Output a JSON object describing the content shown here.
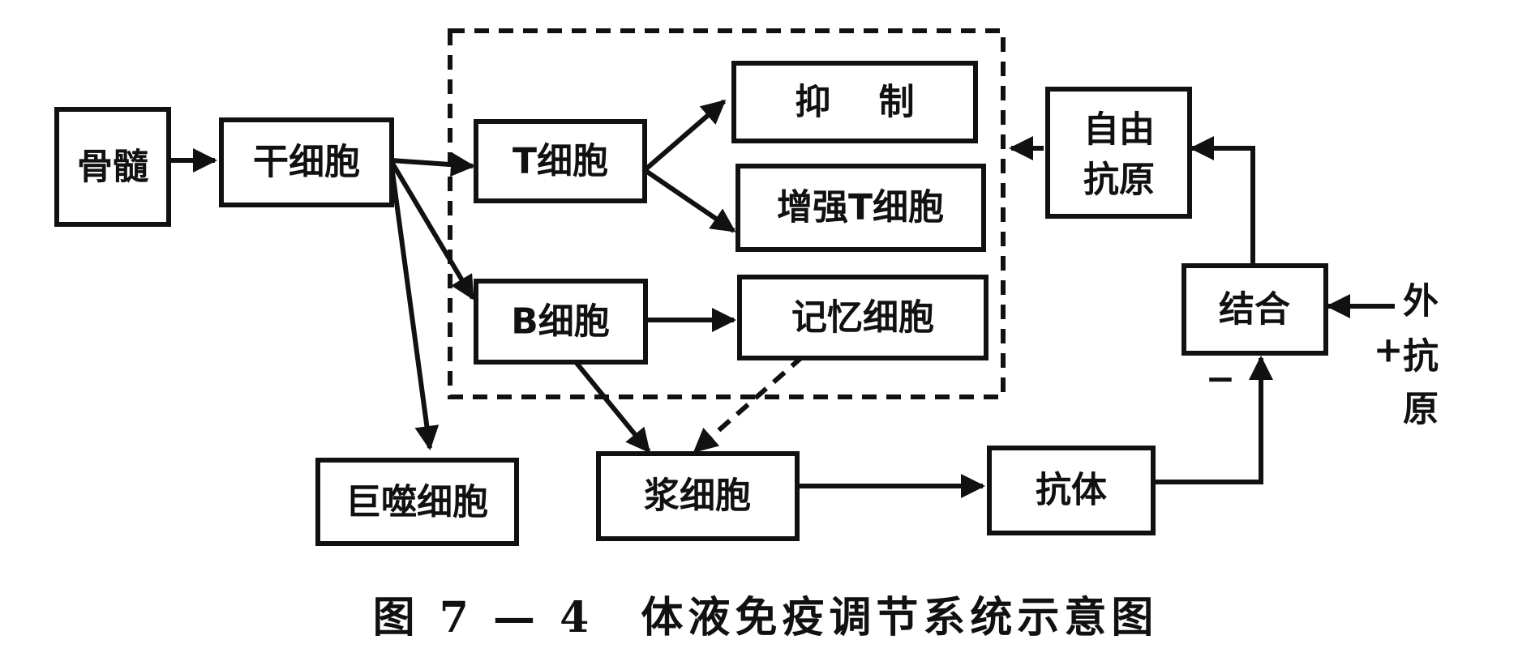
{
  "nodes": {
    "bone_marrow": "骨髓",
    "stem_cell": "干细胞",
    "t_cell": "T细胞",
    "b_cell": "B细胞",
    "suppressor": "抑　 制",
    "helper_t": "增强T细胞",
    "memory_cell": "记忆细胞",
    "macrophage": "巨噬细胞",
    "plasma_cell": "浆细胞",
    "antibody": "抗体",
    "free_antigen_line1": "自由",
    "free_antigen_line2": "抗原",
    "binding": "结合"
  },
  "external_antigen": {
    "line1": "外",
    "line2": "抗",
    "line3": "原"
  },
  "signs": {
    "plus": "+",
    "minus": "−"
  },
  "caption": "图 7 — 4　体液免疫调节系统示意图",
  "colors": {
    "ink": "#111111",
    "background": "#ffffff"
  }
}
